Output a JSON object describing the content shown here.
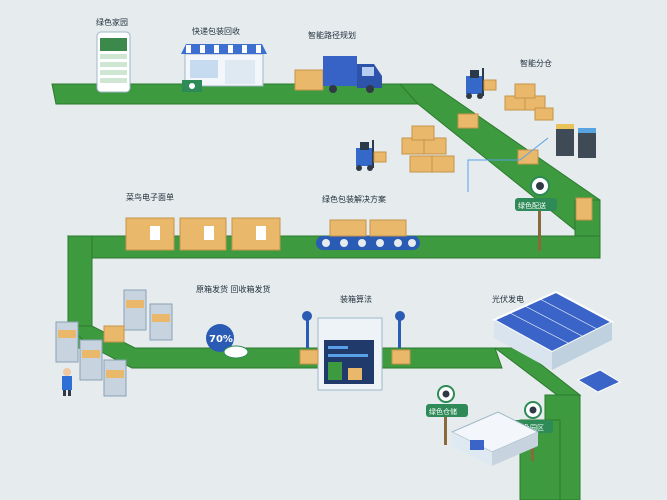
{
  "labels": {
    "green_home": "绿色家园",
    "express_recycle": "快递包装回收",
    "smart_route": "智能路径规划",
    "smart_warehouse": "智能分仓",
    "cainiao_label": "菜鸟电子面单",
    "green_packaging": "绿色包装解决方案",
    "box_recycle": "原箱发货 回收箱发货",
    "packing_algorithm": "装箱算法",
    "solar_power": "光伏发电"
  },
  "signs": {
    "green_delivery": "绿色配送",
    "green_storage": "绿色仓储",
    "green_park": "绿色园区"
  },
  "badge": {
    "percent": "70%"
  },
  "colors": {
    "belt": "#3e9a3f",
    "belt_edge": "#2c7a2f",
    "box": "#e9b86b",
    "box_dark": "#c7934a",
    "sign": "#2e8b57",
    "blue": "#2f6fd6",
    "background": "#e6ecee"
  }
}
